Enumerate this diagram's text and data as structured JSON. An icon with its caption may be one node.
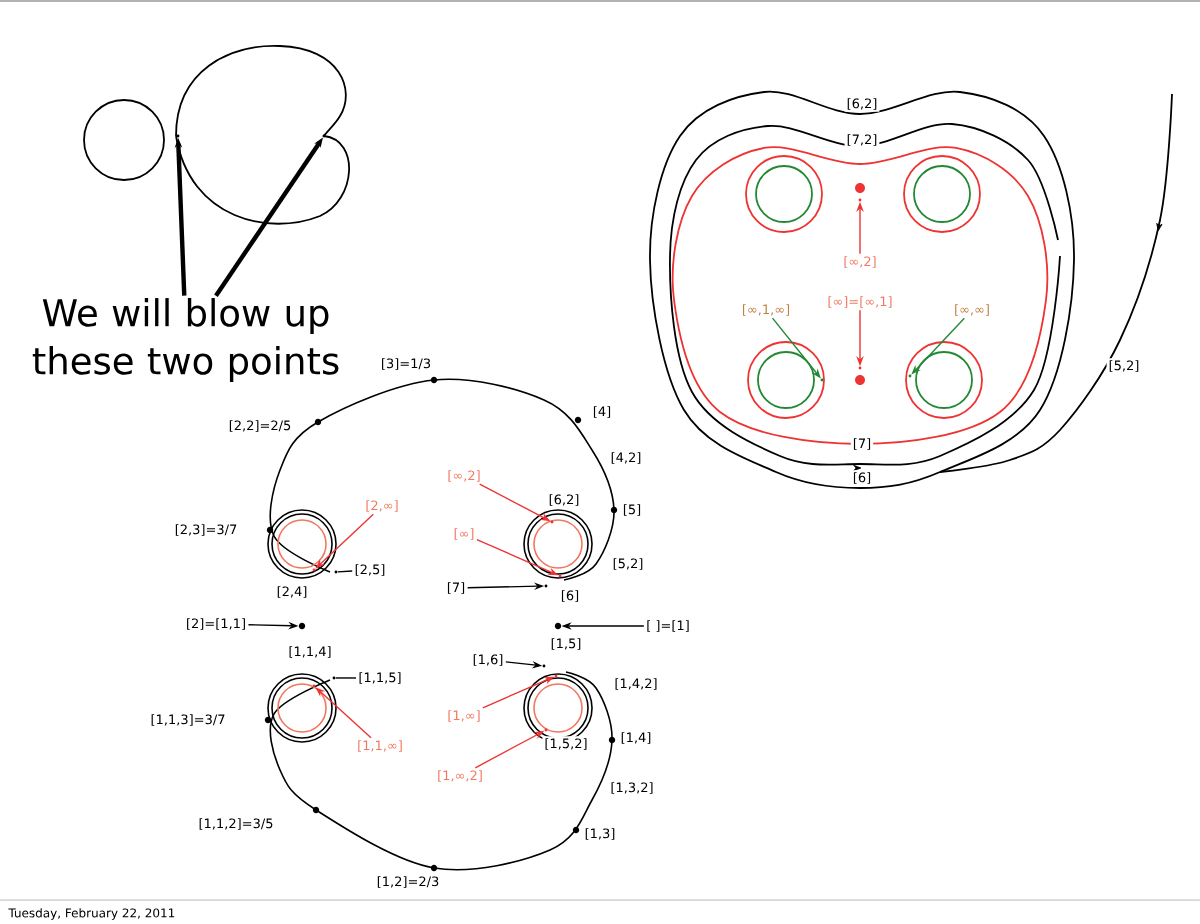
{
  "diagram": {
    "nodes": [
      {
        "text": [
          "We will blow up these two points"
        ]
      },
      {
        "text": [
          "[∞,2]"
        ]
      },
      {
        "text": [
          "[∞]=[∞,1]"
        ]
      },
      {
        "text": [
          "[∞,1,∞]"
        ]
      },
      {
        "text": [
          "[∞,∞]"
        ]
      },
      {
        "text": [
          "[2,∞]"
        ]
      },
      {
        "text": [
          "[∞,2]"
        ]
      },
      {
        "text": [
          "[∞]"
        ]
      },
      {
        "text": [
          "[7]"
        ]
      },
      {
        "text": [
          "[2]=[1,1]"
        ]
      },
      {
        "text": [
          "[ ]=[1]"
        ]
      },
      {
        "text": [
          "[1,6]"
        ]
      },
      {
        "text": [
          "[1,∞]"
        ]
      },
      {
        "text": [
          "[1,∞,2]"
        ]
      },
      {
        "text": [
          "[1,1,∞]"
        ]
      },
      {
        "text": [
          "[2,5]"
        ]
      },
      {
        "text": [
          "[1,1,5]"
        ]
      },
      {
        "text": [],
        "shape": "dot"
      },
      {
        "text": [],
        "shape": "dot"
      },
      {
        "text": [],
        "shape": "dot"
      },
      {
        "text": [],
        "shape": "dot"
      },
      {
        "text": [],
        "shape": "dot"
      },
      {
        "text": [],
        "shape": "dot"
      },
      {
        "text": [],
        "shape": "dot"
      },
      {
        "text": [],
        "shape": "dot"
      },
      {
        "text": [],
        "shape": "dot"
      },
      {
        "text": [],
        "shape": "dot"
      },
      {
        "text": [],
        "shape": "dot"
      },
      {
        "text": [],
        "shape": "dot"
      },
      {
        "text": [],
        "shape": "dot"
      },
      {
        "text": [],
        "shape": "dot"
      },
      {
        "text": [],
        "shape": "dot"
      },
      {
        "text": [],
        "shape": "dot"
      },
      {
        "text": [],
        "shape": "dot"
      },
      {
        "text": [],
        "shape": "dot"
      }
    ],
    "edges": [
      {
        "from": 0,
        "to": 17,
        "arrow": "to",
        "style": "thick",
        "color": "#000000"
      },
      {
        "from": 0,
        "to": 18,
        "arrow": "to",
        "style": "thick",
        "color": "#000000"
      },
      {
        "from": 1,
        "to": 19,
        "arrow": "to",
        "color": "#ee3333"
      },
      {
        "from": 2,
        "to": 20,
        "arrow": "to",
        "color": "#ee3333"
      },
      {
        "from": 3,
        "to": 21,
        "arrow": "to",
        "color": "#228833"
      },
      {
        "from": 4,
        "to": 22,
        "arrow": "to",
        "color": "#228833"
      },
      {
        "from": 5,
        "to": 23,
        "arrow": "to",
        "color": "#ee3333"
      },
      {
        "from": 6,
        "to": 24,
        "arrow": "to",
        "color": "#ee3333"
      },
      {
        "from": 7,
        "to": 25,
        "arrow": "to",
        "color": "#ee3333"
      },
      {
        "from": 8,
        "to": 26,
        "arrow": "to",
        "color": "#000000"
      },
      {
        "from": 9,
        "to": 27,
        "arrow": "to",
        "color": "#000000"
      },
      {
        "from": 10,
        "to": 28,
        "arrow": "to",
        "color": "#000000"
      },
      {
        "from": 11,
        "to": 29,
        "arrow": "to",
        "color": "#000000"
      },
      {
        "from": 12,
        "to": 30,
        "arrow": "to",
        "color": "#ee3333"
      },
      {
        "from": 13,
        "to": 31,
        "arrow": "to",
        "color": "#ee3333"
      },
      {
        "from": 14,
        "to": 32,
        "arrow": "to",
        "color": "#ee3333"
      },
      {
        "from": 15,
        "to": 33,
        "arrow": "none",
        "color": "#000000"
      },
      {
        "from": 16,
        "to": 34,
        "arrow": "none",
        "color": "#000000"
      }
    ],
    "labels": [
      "[6,2]",
      "[7,2]",
      "[7]",
      "[6]",
      "[5,2]",
      "[3]=1/3",
      "[2,2]=2/5",
      "[4]",
      "[4,2]",
      "[2,3]=3/7",
      "[6,2]",
      "[5]",
      "[5,2]",
      "[2,4]",
      "[6]",
      "[1,1,4]",
      "[1,5]",
      "[1,4,2]",
      "[1,1,3]=3/7",
      "[1,5,2]",
      "[1,4]",
      "[1,3,2]",
      "[1,1,2]=3/5",
      "[1,3]",
      "[1,2]=2/3",
      "Tuesday, February 22, 2011"
    ]
  }
}
